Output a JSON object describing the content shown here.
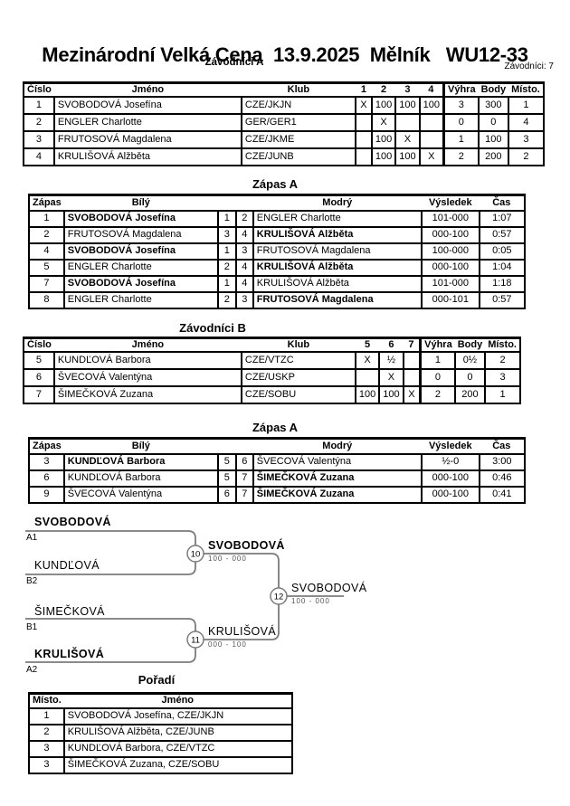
{
  "page": {
    "title": "Mezinárodní Velká Cena  13.9.2025  Mělník   WU12-33",
    "competitors_count": "Závodníci: 7"
  },
  "group_a": {
    "heading": "Závodníci A",
    "h": {
      "cislo": "Číslo",
      "jmeno": "Jméno",
      "klub": "Klub",
      "c1": "1",
      "c2": "2",
      "c3": "3",
      "c4": "4",
      "vyhra": "Výhra",
      "body": "Body",
      "misto": "Místo."
    },
    "rows": [
      {
        "no": "1",
        "name": "SVOBODOVÁ Josefína",
        "club": "CZE/JKJN",
        "c1": "X",
        "c2": "100",
        "c3": "100",
        "c4": "100",
        "wins": "3",
        "points": "300",
        "place": "1"
      },
      {
        "no": "2",
        "name": "ENGLER Charlotte",
        "club": "GER/GER1",
        "c1": "",
        "c2": "X",
        "c3": "",
        "c4": "",
        "wins": "0",
        "points": "0",
        "place": "4"
      },
      {
        "no": "3",
        "name": "FRUTOSOVÁ Magdalena",
        "club": "CZE/JKME",
        "c1": "",
        "c2": "100",
        "c3": "X",
        "c4": "",
        "wins": "1",
        "points": "100",
        "place": "3"
      },
      {
        "no": "4",
        "name": "KRULIŠOVÁ Alžběta",
        "club": "CZE/JUNB",
        "c1": "",
        "c2": "100",
        "c3": "100",
        "c4": "X",
        "wins": "2",
        "points": "200",
        "place": "2"
      }
    ]
  },
  "match_a": {
    "heading": "Zápas A",
    "h": {
      "zapas": "Zápas",
      "bily": "Bílý",
      "modry": "Modrý",
      "vysledek": "Výsledek",
      "cas": "Čas"
    },
    "rows": [
      {
        "no": "1",
        "white": "SVOBODOVÁ Josefína",
        "wb": true,
        "wn": "1",
        "bn": "2",
        "blue": "ENGLER Charlotte",
        "bb": false,
        "result": "101-000",
        "time": "1:07"
      },
      {
        "no": "2",
        "white": "FRUTOSOVÁ Magdalena",
        "wb": false,
        "wn": "3",
        "bn": "4",
        "blue": "KRULIŠOVÁ Alžběta",
        "bb": true,
        "result": "000-100",
        "time": "0:57"
      },
      {
        "no": "4",
        "white": "SVOBODOVÁ Josefína",
        "wb": true,
        "wn": "1",
        "bn": "3",
        "blue": "FRUTOSOVÁ Magdalena",
        "bb": false,
        "result": "100-000",
        "time": "0:05"
      },
      {
        "no": "5",
        "white": "ENGLER Charlotte",
        "wb": false,
        "wn": "2",
        "bn": "4",
        "blue": "KRULIŠOVÁ Alžběta",
        "bb": true,
        "result": "000-100",
        "time": "1:04"
      },
      {
        "no": "7",
        "white": "SVOBODOVÁ Josefína",
        "wb": true,
        "wn": "1",
        "bn": "4",
        "blue": "KRULIŠOVÁ Alžběta",
        "bb": false,
        "result": "101-000",
        "time": "1:18"
      },
      {
        "no": "8",
        "white": "ENGLER Charlotte",
        "wb": false,
        "wn": "2",
        "bn": "3",
        "blue": "FRUTOSOVÁ Magdalena",
        "bb": true,
        "result": "000-101",
        "time": "0:57"
      }
    ]
  },
  "group_b": {
    "heading": "Závodníci B",
    "h": {
      "cislo": "Číslo",
      "jmeno": "Jméno",
      "klub": "Klub",
      "c1": "5",
      "c2": "6",
      "c3": "7",
      "vyhra": "Výhra",
      "body": "Body",
      "misto": "Místo."
    },
    "rows": [
      {
        "no": "5",
        "name": "KUNDĽOVÁ Barbora",
        "club": "CZE/VTZC",
        "c1": "X",
        "c2": "½",
        "c3": "",
        "wins": "1",
        "points": "0½",
        "place": "2"
      },
      {
        "no": "6",
        "name": "ŠVECOVÁ Valentýna",
        "club": "CZE/USKP",
        "c1": "",
        "c2": "X",
        "c3": "",
        "wins": "0",
        "points": "0",
        "place": "3"
      },
      {
        "no": "7",
        "name": "ŠIMEČKOVÁ Zuzana",
        "club": "CZE/SOBU",
        "c1": "100",
        "c2": "100",
        "c3": "X",
        "wins": "2",
        "points": "200",
        "place": "1"
      }
    ]
  },
  "match_b": {
    "heading": "Zápas A",
    "h": {
      "zapas": "Zápas",
      "bily": "Bílý",
      "modry": "Modrý",
      "vysledek": "Výsledek",
      "cas": "Čas"
    },
    "rows": [
      {
        "no": "3",
        "white": "KUNDĽOVÁ Barbora",
        "wb": true,
        "wn": "5",
        "bn": "6",
        "blue": "ŠVECOVÁ Valentýna",
        "bb": false,
        "result": "½-0",
        "time": "3:00"
      },
      {
        "no": "6",
        "white": "KUNDĽOVÁ Barbora",
        "wb": false,
        "wn": "5",
        "bn": "7",
        "blue": "ŠIMEČKOVÁ Zuzana",
        "bb": true,
        "result": "000-100",
        "time": "0:46"
      },
      {
        "no": "9",
        "white": "ŠVECOVÁ Valentýna",
        "wb": false,
        "wn": "6",
        "bn": "7",
        "blue": "ŠIMEČKOVÁ Zuzana",
        "bb": true,
        "result": "000-100",
        "time": "0:41"
      }
    ]
  },
  "bracket": {
    "sf1": {
      "top_name": "SVOBODOVÁ",
      "top_bold": true,
      "top_seed": "A1",
      "bottom_name": "KUNDĽOVÁ",
      "bottom_bold": false,
      "bottom_seed": "B2",
      "match_no": "10",
      "winner": "SVOBODOVÁ",
      "winner_bold": true,
      "score": "100 - 000"
    },
    "sf2": {
      "top_name": "ŠIMEČKOVÁ",
      "top_bold": false,
      "top_seed": "B1",
      "bottom_name": "KRULIŠOVÁ",
      "bottom_bold": true,
      "bottom_seed": "A2",
      "match_no": "11",
      "winner": "KRULIŠOVÁ",
      "winner_bold": false,
      "score": "000 - 100"
    },
    "final": {
      "match_no": "12",
      "winner": "SVOBODOVÁ",
      "winner_bold": false,
      "score": "100 - 000"
    }
  },
  "ranking": {
    "heading": "Pořadí",
    "h": {
      "misto": "Místo.",
      "jmeno": "Jméno"
    },
    "rows": [
      {
        "place": "1",
        "name": "SVOBODOVÁ Josefína, CZE/JKJN"
      },
      {
        "place": "2",
        "name": "KRULIŠOVÁ Alžběta, CZE/JUNB"
      },
      {
        "place": "3",
        "name": "KUNDĽOVÁ Barbora, CZE/VTZC"
      },
      {
        "place": "3",
        "name": "ŠIMEČKOVÁ Zuzana, CZE/SOBU"
      }
    ]
  },
  "colors": {
    "border": "#000000",
    "bracket_line": "#7b7b7b",
    "score_text": "#555555"
  }
}
